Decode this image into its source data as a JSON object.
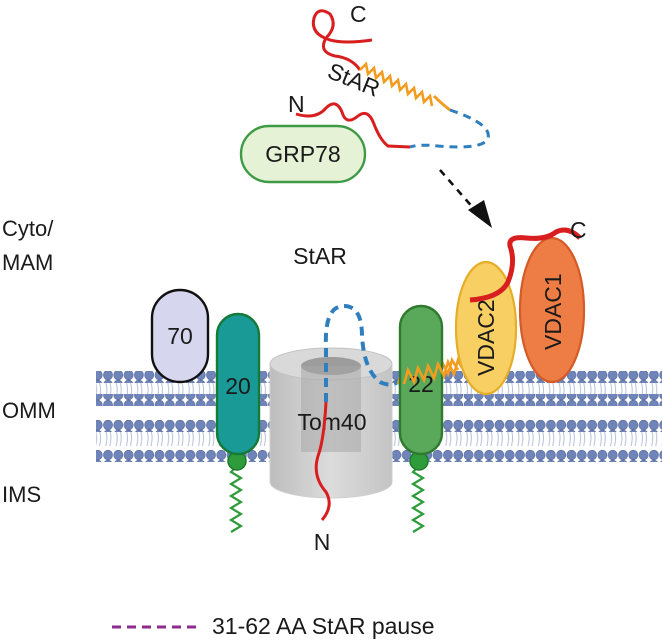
{
  "labels": {
    "cyto": "Cyto/",
    "mam": "MAM",
    "omm": "OMM",
    "ims": "IMS",
    "star_top": "StAR",
    "star_mid": "StAR",
    "n_top": "N",
    "c_top": "C",
    "c_right": "C",
    "n_bottom": "N"
  },
  "proteins": {
    "grp78": "GRP78",
    "tom70": "70",
    "tom20": "20",
    "tom22": "22",
    "tom40": "Tom40",
    "vdac2": "VDAC2",
    "vdac1": "VDAC1"
  },
  "legend": {
    "text": "31-62 AA StAR pause"
  },
  "colors": {
    "star_red": "#d81e1e",
    "star_orange": "#f39c1f",
    "star_dashed": "#2f7fbf",
    "pause_purple": "#8e2b8e",
    "membrane_head": "#6f84b8",
    "tom20": "#1a9a96",
    "tom22": "#5aa85a",
    "vdac2": "#f7cf63",
    "vdac1": "#ee7d45",
    "tom70": "#d6d6ee",
    "grp78": "#e6f2d6"
  }
}
